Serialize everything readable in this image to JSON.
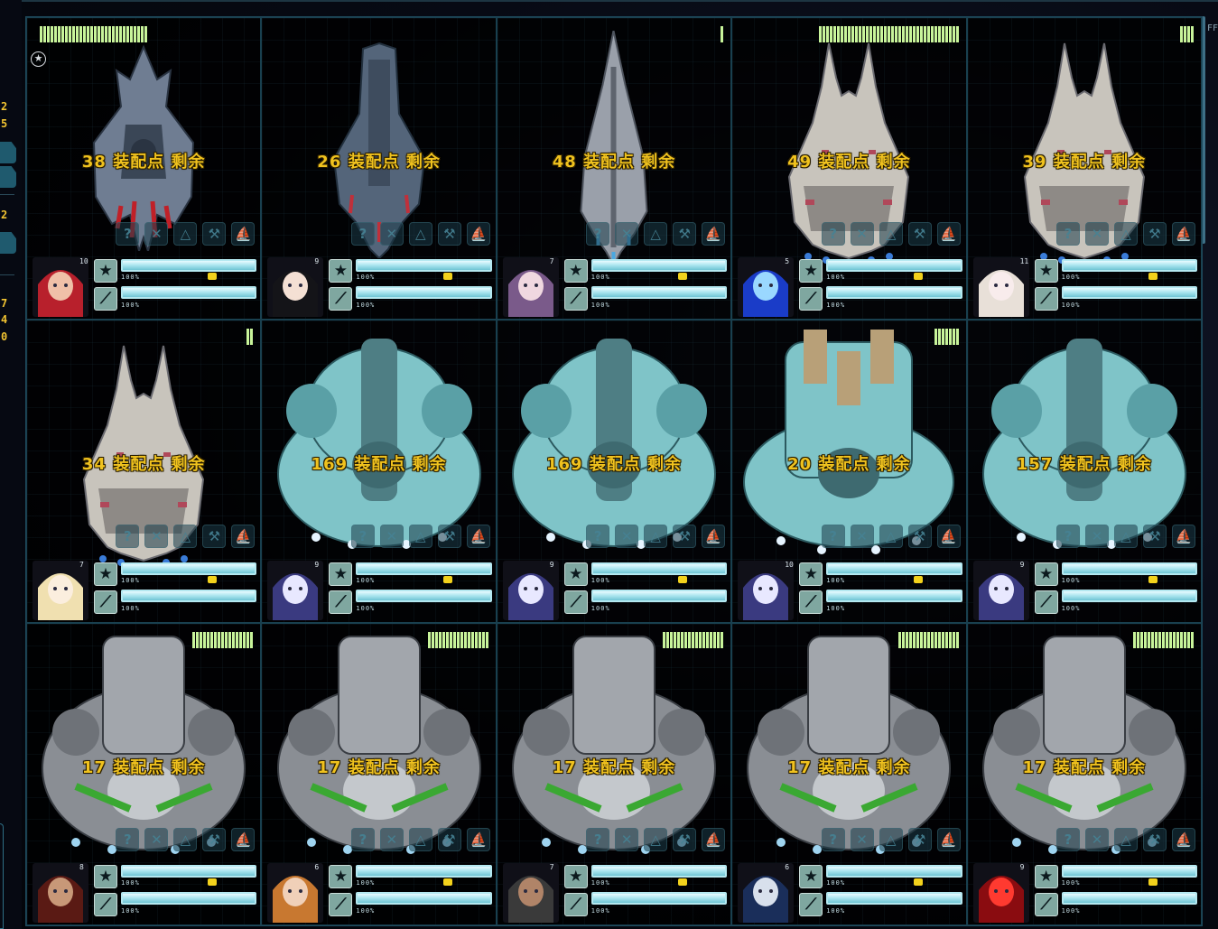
{
  "colors": {
    "points_text": "#f0c21e",
    "hp_segment": "#c8f49a",
    "bar_fill": "#a8e4ee",
    "frame": "#19404f",
    "edge_number": "#f2c431"
  },
  "edge": {
    "numbers": [
      "2",
      "5",
      "2",
      "7",
      "4",
      "0"
    ],
    "top_right_label": "FF"
  },
  "fleet": [
    {
      "points": "38 装配点 剩余",
      "ship_class": "assault-destroyer",
      "hull_color": "#6f7d92",
      "accent_color": "#c02028",
      "hp_segments": 30,
      "hp_side": "left",
      "star_button": true,
      "crew_level": "10",
      "portrait": "red-hair-girl",
      "bar1_pct": "100%",
      "bar2_pct": "100%",
      "slot_icons": [
        "?",
        "✕",
        "△",
        "⚒",
        "⛵"
      ]
    },
    {
      "points": "26 装配点 剩余",
      "ship_class": "heavy-frigate",
      "hull_color": "#54657a",
      "accent_color": "#c0303a",
      "hp_segments": 0,
      "hp_side": "left",
      "star_button": false,
      "crew_level": "9",
      "portrait": "fox-ear-girl",
      "bar1_pct": "100%",
      "bar2_pct": "100%",
      "slot_icons": [
        "?",
        "✕",
        "△",
        "⚒",
        "⛵"
      ]
    },
    {
      "points": "48 装配点 剩余",
      "ship_class": "spear-cruiser",
      "hull_color": "#9aa0aa",
      "accent_color": "#4aa8e0",
      "hp_segments": 1,
      "hp_side": "right",
      "star_button": false,
      "crew_level": "7",
      "portrait": "bunny-ear-girl",
      "bar1_pct": "100%",
      "bar2_pct": "100%",
      "slot_icons": [
        "?",
        "✕",
        "△",
        "⚒",
        "⛵"
      ]
    },
    {
      "points": "49 装配点 剩余",
      "ship_class": "twin-prong-battleship",
      "hull_color": "#c8c4bc",
      "accent_color": "#3a7cd8",
      "hp_segments": 39,
      "hp_side": "right",
      "star_button": false,
      "crew_level": "5",
      "portrait": "blue-hologram",
      "bar1_pct": "100%",
      "bar2_pct": "100%",
      "slot_icons": [
        "?",
        "✕",
        "△",
        "⚒",
        "⛵"
      ]
    },
    {
      "points": "39 装配点 剩余",
      "ship_class": "twin-prong-battleship",
      "hull_color": "#c8c4bc",
      "accent_color": "#3a7cd8",
      "hp_segments": 4,
      "hp_side": "right",
      "star_button": false,
      "crew_level": "11",
      "portrait": "white-hair-girl",
      "bar1_pct": "100%",
      "bar2_pct": "100%",
      "slot_icons": [
        "?",
        "✕",
        "△",
        "⚒",
        "⛵"
      ]
    },
    {
      "points": "34 装配点 剩余",
      "ship_class": "twin-prong-battleship",
      "hull_color": "#c8c4bc",
      "accent_color": "#3a7cd8",
      "hp_segments": 2,
      "hp_side": "right",
      "star_button": false,
      "crew_level": "7",
      "portrait": "blonde-girl",
      "bar1_pct": "100%",
      "bar2_pct": "100%",
      "slot_icons": [
        "?",
        "✕",
        "△",
        "⚒",
        "⛵"
      ]
    },
    {
      "points": "169 装配点 剩余",
      "ship_class": "bio-dreadnought",
      "hull_color": "#7fc4c8",
      "accent_color": "#e6f4ff",
      "hp_segments": 0,
      "hp_side": "right",
      "star_button": false,
      "crew_level": "9",
      "portrait": "glowing-egg",
      "bar1_pct": "100%",
      "bar2_pct": "100%",
      "slot_icons": [
        "?",
        "✕",
        "△",
        "⚒",
        "⛵"
      ]
    },
    {
      "points": "169 装配点 剩余",
      "ship_class": "bio-dreadnought",
      "hull_color": "#7fc4c8",
      "accent_color": "#e6f4ff",
      "hp_segments": 0,
      "hp_side": "right",
      "star_button": false,
      "crew_level": "9",
      "portrait": "glowing-egg",
      "bar1_pct": "100%",
      "bar2_pct": "100%",
      "slot_icons": [
        "?",
        "✕",
        "△",
        "⚒",
        "⛵"
      ]
    },
    {
      "points": "20 装配点 剩余",
      "ship_class": "bio-carrier",
      "hull_color": "#7fc4c8",
      "accent_color": "#e6f4ff",
      "hp_segments": 7,
      "hp_side": "right",
      "star_button": false,
      "crew_level": "10",
      "portrait": "glowing-egg",
      "bar1_pct": "100%",
      "bar2_pct": "100%",
      "slot_icons": [
        "?",
        "✕",
        "△",
        "⚒",
        "⛵"
      ]
    },
    {
      "points": "157 装配点 剩余",
      "ship_class": "bio-dreadnought",
      "hull_color": "#7fc4c8",
      "accent_color": "#e6f4ff",
      "hp_segments": 0,
      "hp_side": "right",
      "star_button": false,
      "crew_level": "9",
      "portrait": "glowing-egg",
      "bar1_pct": "100%",
      "bar2_pct": "100%",
      "slot_icons": [
        "?",
        "✕",
        "△",
        "⚒",
        "⛵"
      ]
    },
    {
      "points": "17 装配点 剩余",
      "ship_class": "mech-titan",
      "hull_color": "#8a8e94",
      "accent_color": "#3aa832",
      "hp_segments": 17,
      "hp_side": "right",
      "star_button": false,
      "crew_level": "8",
      "portrait": "roman-soldier",
      "bar1_pct": "100%",
      "bar2_pct": "100%",
      "slot_icons": [
        "?",
        "✕",
        "△",
        "⚒",
        "⛵"
      ]
    },
    {
      "points": "17 装配点 剩余",
      "ship_class": "mech-titan",
      "hull_color": "#8a8e94",
      "accent_color": "#3aa832",
      "hp_segments": 17,
      "hp_side": "right",
      "star_button": false,
      "crew_level": "6",
      "portrait": "orange-hair-pilot",
      "bar1_pct": "100%",
      "bar2_pct": "100%",
      "slot_icons": [
        "?",
        "✕",
        "△",
        "⚒",
        "⛵"
      ]
    },
    {
      "points": "17 装配点 剩余",
      "ship_class": "mech-titan",
      "hull_color": "#8a8e94",
      "accent_color": "#3aa832",
      "hp_segments": 17,
      "hp_side": "right",
      "star_button": false,
      "crew_level": "7",
      "portrait": "bald-engineer",
      "bar1_pct": "100%",
      "bar2_pct": "100%",
      "slot_icons": [
        "?",
        "✕",
        "△",
        "⚒",
        "⛵"
      ]
    },
    {
      "points": "17 装配点 剩余",
      "ship_class": "mech-titan",
      "hull_color": "#8a8e94",
      "accent_color": "#3aa832",
      "hp_segments": 17,
      "hp_side": "right",
      "star_button": false,
      "crew_level": "6",
      "portrait": "blue-hooded-figure",
      "bar1_pct": "100%",
      "bar2_pct": "100%",
      "slot_icons": [
        "?",
        "✕",
        "△",
        "⚒",
        "⛵"
      ]
    },
    {
      "points": "17 装配点 剩余",
      "ship_class": "mech-titan",
      "hull_color": "#8a8e94",
      "accent_color": "#3aa832",
      "hp_segments": 17,
      "hp_side": "right",
      "star_button": false,
      "crew_level": "9",
      "portrait": "red-skull-demon",
      "bar1_pct": "100%",
      "bar2_pct": "100%",
      "slot_icons": [
        "?",
        "✕",
        "△",
        "⚒",
        "⛵"
      ]
    }
  ]
}
